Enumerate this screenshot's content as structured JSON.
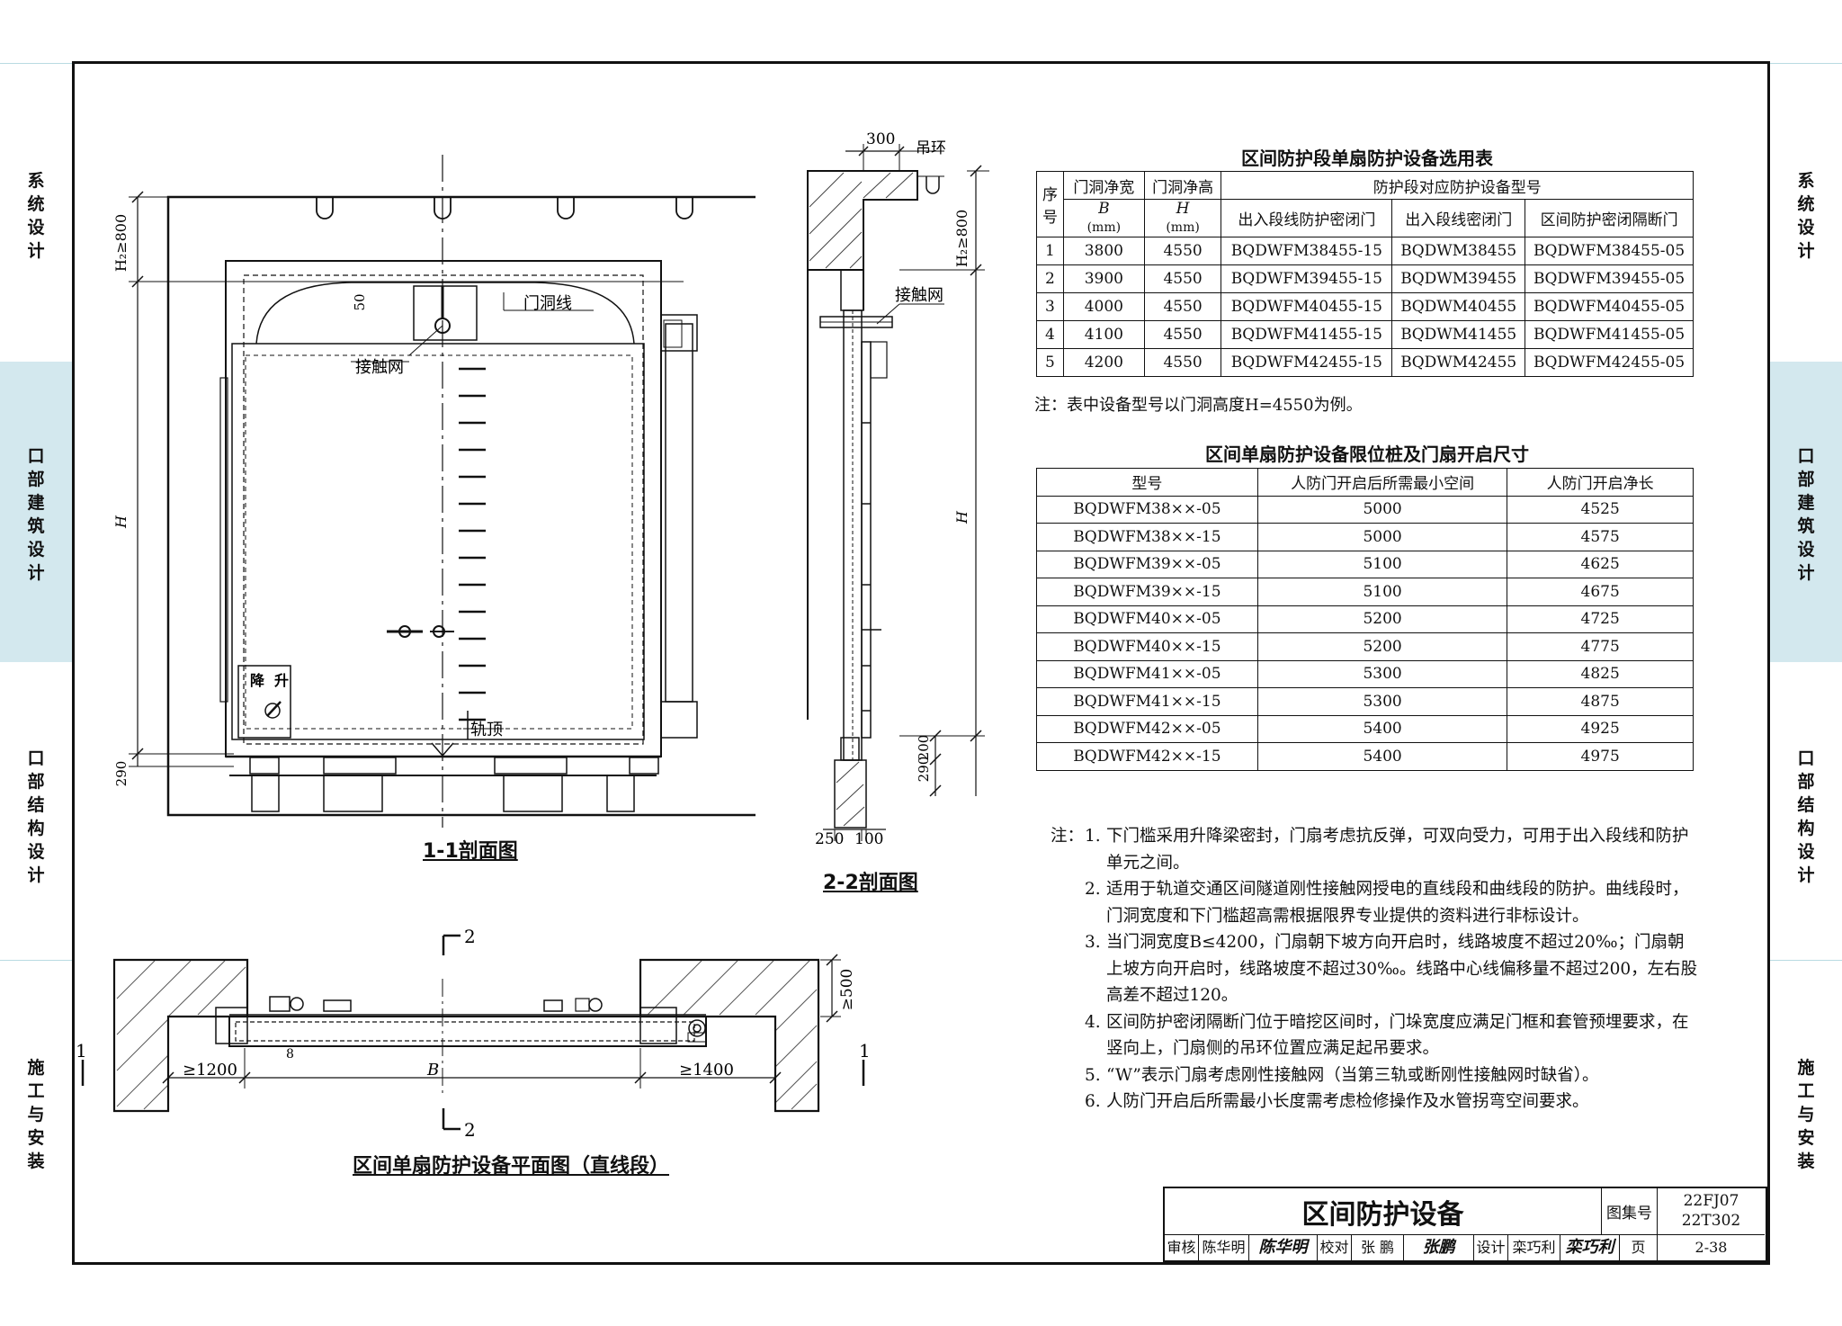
{
  "sidebar_left": [
    "系统设计",
    "口部建筑设计",
    "口部结构设计",
    "施工与安装"
  ],
  "sidebar_right": [
    "系统设计",
    "口部建筑设计",
    "口部结构设计",
    "施工与安装"
  ],
  "table1": {
    "title": "区间防护段单扇防护设备选用表",
    "h_seq": "序号",
    "h_width": "门洞净宽",
    "h_height": "门洞净高",
    "h_group": "防护段对应防护设备型号",
    "h_b": "B",
    "h_h": "H",
    "h_mm": "(mm)",
    "h_c1": "出入段线防护密闭门",
    "h_c2": "出入段线密闭门",
    "h_c3": "区间防护密闭隔断门",
    "rows": [
      [
        "1",
        "3800",
        "4550",
        "BQDWFM38455-15",
        "BQDWM38455",
        "BQDWFM38455-05"
      ],
      [
        "2",
        "3900",
        "4550",
        "BQDWFM39455-15",
        "BQDWM39455",
        "BQDWFM39455-05"
      ],
      [
        "3",
        "4000",
        "4550",
        "BQDWFM40455-15",
        "BQDWM40455",
        "BQDWFM40455-05"
      ],
      [
        "4",
        "4100",
        "4550",
        "BQDWFM41455-15",
        "BQDWM41455",
        "BQDWFM41455-05"
      ],
      [
        "5",
        "4200",
        "4550",
        "BQDWFM42455-15",
        "BQDWM42455",
        "BQDWFM42455-05"
      ]
    ],
    "note": "注：表中设备型号以门洞高度H=4550为例。"
  },
  "table2": {
    "title": "区间单扇防护设备限位桩及门扇开启尺寸",
    "headers": [
      "型号",
      "人防门开启后所需最小空间",
      "人防门开启净长"
    ],
    "rows": [
      [
        "BQDWFM38××-05",
        "5000",
        "4525"
      ],
      [
        "BQDWFM38××-15",
        "5000",
        "4575"
      ],
      [
        "BQDWFM39××-05",
        "5100",
        "4625"
      ],
      [
        "BQDWFM39××-15",
        "5100",
        "4675"
      ],
      [
        "BQDWFM40××-05",
        "5200",
        "4725"
      ],
      [
        "BQDWFM40××-15",
        "5200",
        "4775"
      ],
      [
        "BQDWFM41××-05",
        "5300",
        "4825"
      ],
      [
        "BQDWFM41××-15",
        "5300",
        "4875"
      ],
      [
        "BQDWFM42××-05",
        "5400",
        "4925"
      ],
      [
        "BQDWFM42××-15",
        "5400",
        "4975"
      ]
    ]
  },
  "notes": {
    "lead": "注：",
    "items": [
      {
        "n": "1.",
        "t": "下门槛采用升降梁密封，门扇考虑抗反弹，可双向受力，可用于出入段线和防护单元之间。"
      },
      {
        "n": "2.",
        "t": "适用于轨道交通区间隧道刚性接触网授电的直线段和曲线段的防护。曲线段时，门洞宽度和下门槛超高需根据限界专业提供的资料进行非标设计。"
      },
      {
        "n": "3.",
        "t": "当门洞宽度B≤4200，门扇朝下坡方向开启时，线路坡度不超过20‰；门扇朝上坡方向开启时，线路坡度不超过30‰。线路中心线偏移量不超过200，左右股高差不超过120。"
      },
      {
        "n": "4.",
        "t": "区间防护密闭隔断门位于暗挖区间时，门垛宽度应满足门框和套管预埋要求，在竖向上，门扇侧的吊环位置应满足起吊要求。"
      },
      {
        "n": "5.",
        "t": "“W”表示门扇考虑刚性接触网（当第三轨或断刚性接触网时缺省）。"
      },
      {
        "n": "6.",
        "t": "人防门开启后所需最小长度需考虑检修操作及水管拐弯空间要求。"
      }
    ]
  },
  "drawing1": {
    "caption": "1-1剖面图",
    "dim_h2": "H₂≥800",
    "dim_h": "H",
    "dim_290": "290",
    "label_50": "50",
    "label_door_line": "门洞线",
    "label_contact": "接触网",
    "label_rail_top": "轨顶",
    "label_down": "降",
    "label_up": "升"
  },
  "drawing2": {
    "caption": "2-2剖面图",
    "dim_300": "300",
    "label_ring": "吊环",
    "label_contact": "接触网",
    "dim_h2": "H₂≥800",
    "dim_h": "H",
    "dim_290": "290",
    "dim_200": "200",
    "dim_250": "250",
    "dim_100": "100"
  },
  "plan": {
    "caption": "区间单扇防护设备平面图（直线段）",
    "dim_left": "≥1200",
    "dim_b": "B",
    "dim_right": "≥1400",
    "dim_500": "≥500",
    "mark_1": "1",
    "mark_2": "2",
    "mark_8": "8"
  },
  "titleblock": {
    "title": "区间防护设备",
    "atlas_label": "图集号",
    "atlas_no1": "22FJ07",
    "atlas_no2": "22T302",
    "review_label": "审核",
    "review_name": "陈华明",
    "review_sign": "陈华明",
    "check_label": "校对",
    "check_name": "张 鹏",
    "check_sign": "张鹏",
    "design_label": "设计",
    "design_name": "栾巧利",
    "design_sign": "栾巧利",
    "page_label": "页",
    "page_no": "2-38"
  }
}
